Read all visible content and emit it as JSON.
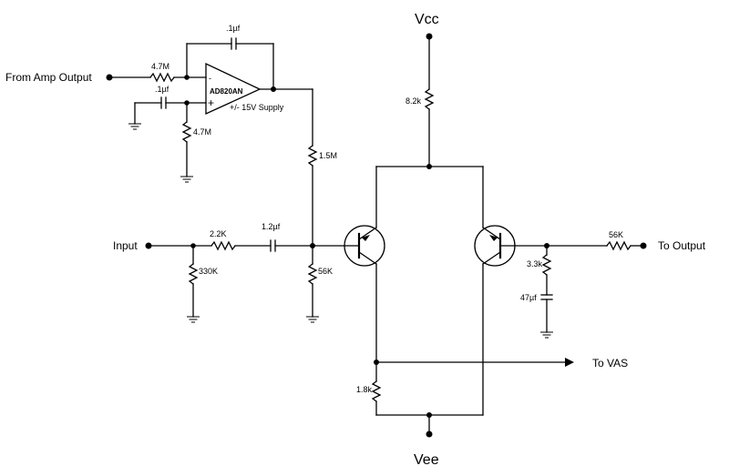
{
  "labels": {
    "vcc": "Vcc",
    "vee": "Vee",
    "from_amp_output": "From Amp Output",
    "input": "Input",
    "to_output": "To Output",
    "to_vas": "To VAS",
    "supply_note": "+/- 15V Supply",
    "opamp_part": "AD820AN",
    "opamp_minus": "-",
    "opamp_plus": "+"
  },
  "components": {
    "r_input_4m7": "4.7M",
    "r_bias_4m7": "4.7M",
    "c_feedback": ".1µf",
    "c_plus": ".1µf",
    "r_1m5": "1.5M",
    "r_vcc_8k2": "8.2k",
    "r_2k2": "2.2K",
    "r_330k": "330K",
    "c_1u2": "1.2µf",
    "r_56k_base": "56K",
    "r_1k8": "1.8k",
    "r_56k_out": "56K",
    "r_3k3": "3.3k",
    "c_47u": "47µf"
  }
}
